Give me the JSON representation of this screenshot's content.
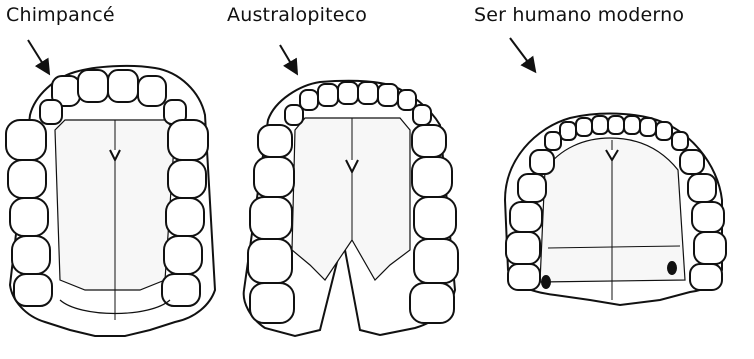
{
  "labels": {
    "chimp": "Chimpancé",
    "australopith": "Australopiteco",
    "human": "Ser humano moderno"
  },
  "colors": {
    "ink": "#111111",
    "paper": "#ffffff"
  }
}
